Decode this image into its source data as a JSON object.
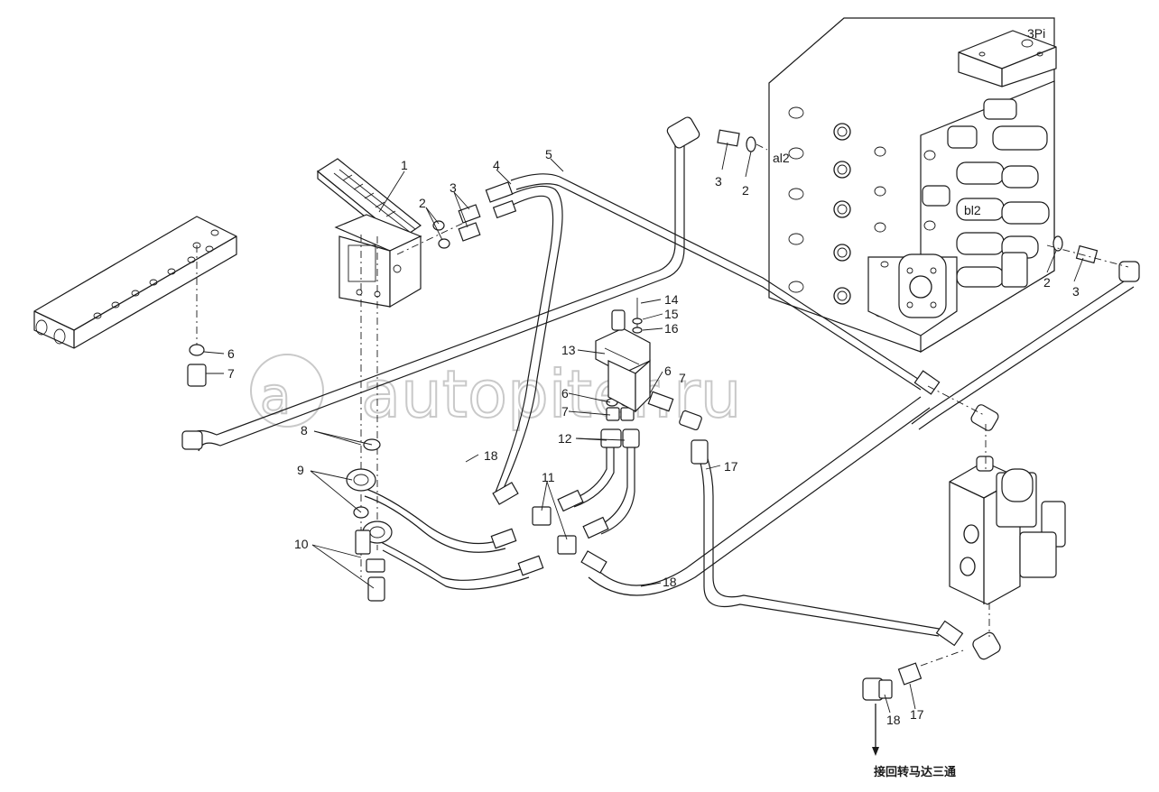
{
  "watermark": "autopiter.ru",
  "port_labels": {
    "pilot": "3Pi",
    "a": "al2",
    "b": "bl2"
  },
  "callouts": {
    "pedal": "1",
    "oring": "2",
    "adapter": "3",
    "hose_4": "4",
    "hose_5": "5",
    "oring_6": "6",
    "adapter_7": "7",
    "washer_8": "8",
    "banjo_9": "9",
    "bolt_10": "10",
    "tee_11": "11",
    "elbow_12": "12",
    "block_13": "13",
    "bolt_14": "14",
    "washer_15": "15",
    "washer_16": "16",
    "hose_17": "17",
    "hose_18": "18"
  },
  "note_text": "接回转马达三通"
}
